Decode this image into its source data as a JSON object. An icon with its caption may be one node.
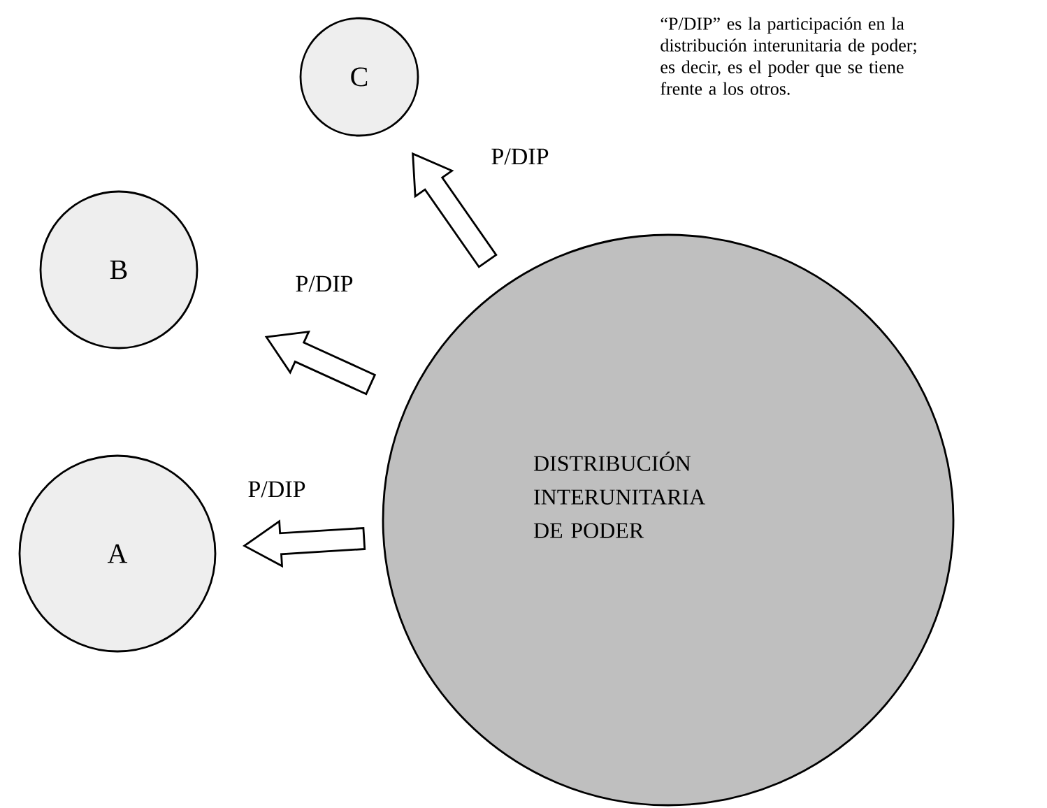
{
  "diagram": {
    "nodes": [
      {
        "text": [
          "C"
        ]
      },
      {
        "text": [
          "B"
        ]
      },
      {
        "text": [
          "A"
        ]
      },
      {
        "text": [
          "DISTRIBUCIÓN INTERUNITARIA DE PODER"
        ]
      }
    ],
    "edges": [
      {
        "from": 3,
        "to": 0,
        "arrow": "to",
        "label": "P/DIP"
      },
      {
        "from": 3,
        "to": 1,
        "arrow": "to",
        "label": "P/DIP"
      },
      {
        "from": 3,
        "to": 2,
        "arrow": "to",
        "label": "P/DIP"
      }
    ],
    "labels": [
      "“P/DIP” es la participación en la distribución interunitaria de poder; es decir, es el poder que se tiene frente a los otros."
    ]
  }
}
